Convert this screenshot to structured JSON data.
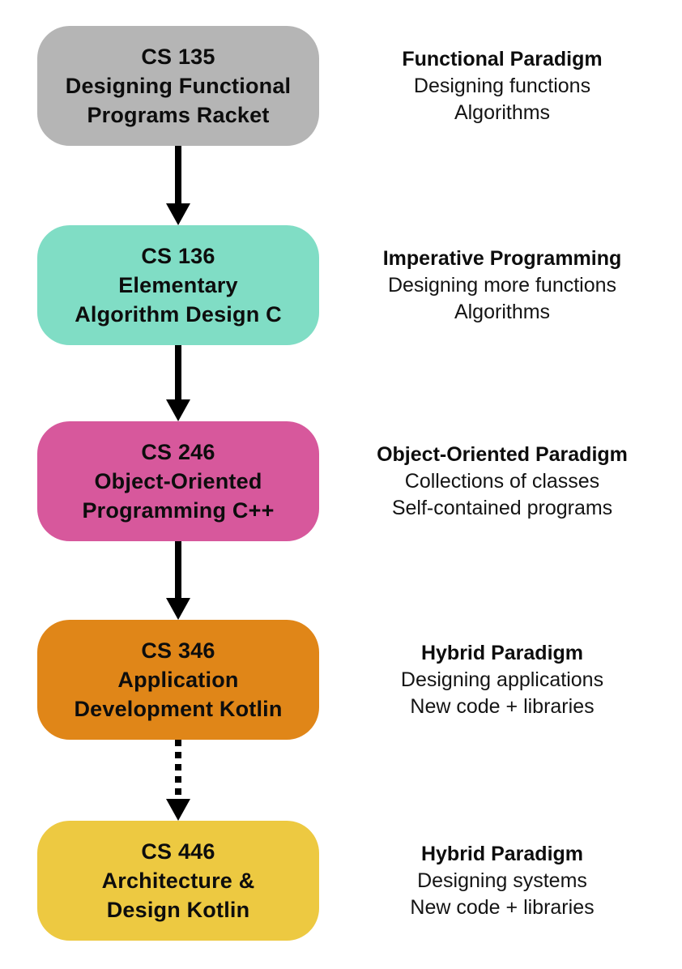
{
  "diagram": {
    "background": "#ffffff",
    "text_color": "#0d0d0d",
    "arrow_color": "#000000"
  },
  "courses": [
    {
      "code": "CS 135",
      "title_line1": "Designing Functional",
      "title_line2": "Programs Racket",
      "color": "#b5b5b5",
      "note": {
        "title": "Functional Paradigm",
        "line1": "Designing functions",
        "line2": "Algorithms"
      }
    },
    {
      "code": "CS 136",
      "title_line1": "Elementary",
      "title_line2": "Algorithm Design C",
      "color": "#80ddc5",
      "note": {
        "title": "Imperative Programming",
        "line1": "Designing more functions",
        "line2": "Algorithms"
      }
    },
    {
      "code": "CS 246",
      "title_line1": "Object-Oriented",
      "title_line2": "Programming C++",
      "color": "#d7589c",
      "note": {
        "title": "Object-Oriented Paradigm",
        "line1": "Collections of classes",
        "line2": "Self-contained programs"
      }
    },
    {
      "code": "CS 346",
      "title_line1": "Application",
      "title_line2": "Development Kotlin",
      "color": "#e08618",
      "note": {
        "title": "Hybrid Paradigm",
        "line1": "Designing applications",
        "line2": "New code + libraries"
      }
    },
    {
      "code": "CS 446",
      "title_line1": "Architecture &",
      "title_line2": "Design Kotlin",
      "color": "#edc941",
      "note": {
        "title": "Hybrid Paradigm",
        "line1": "Designing systems",
        "line2": "New code + libraries"
      }
    }
  ],
  "connectors": [
    {
      "from": "CS 135",
      "to": "CS 136",
      "style": "solid"
    },
    {
      "from": "CS 136",
      "to": "CS 246",
      "style": "solid"
    },
    {
      "from": "CS 246",
      "to": "CS 346",
      "style": "solid"
    },
    {
      "from": "CS 346",
      "to": "CS 446",
      "style": "dashed"
    }
  ]
}
